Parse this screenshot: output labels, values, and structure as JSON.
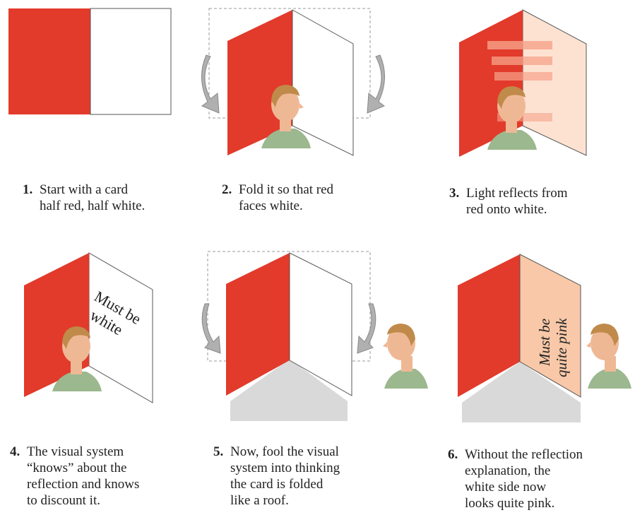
{
  "steps": [
    {
      "number": "1.",
      "lines": [
        "Start with a card",
        "half red, half white."
      ]
    },
    {
      "number": "2.",
      "lines": [
        "Fold it so that red",
        "faces white."
      ]
    },
    {
      "number": "3.",
      "lines": [
        "Light reflects from",
        "red onto white."
      ]
    },
    {
      "number": "4.",
      "lines": [
        "The visual system",
        "“knows” about the",
        "reflection and knows",
        "to discount it."
      ]
    },
    {
      "number": "5.",
      "lines": [
        "Now, fool the visual",
        "system into thinking",
        "the card is folded",
        "like a roof."
      ]
    },
    {
      "number": "6.",
      "lines": [
        "Without the reflection",
        "explanation, the",
        "white side now",
        "looks quite pink."
      ]
    }
  ],
  "card_labels": {
    "must_be_white": [
      "Must be",
      "white"
    ],
    "must_be_pink": [
      "Must be",
      "quite pink"
    ]
  },
  "colors": {
    "red": "#e23a2b",
    "white": "#ffffff",
    "pink": "#f8c8a8",
    "shadow": "#d9d9d9",
    "arrow": "#b0b0b0",
    "skin": "#efb895",
    "hair": "#c08a4a",
    "shirt": "#9bb88e"
  }
}
